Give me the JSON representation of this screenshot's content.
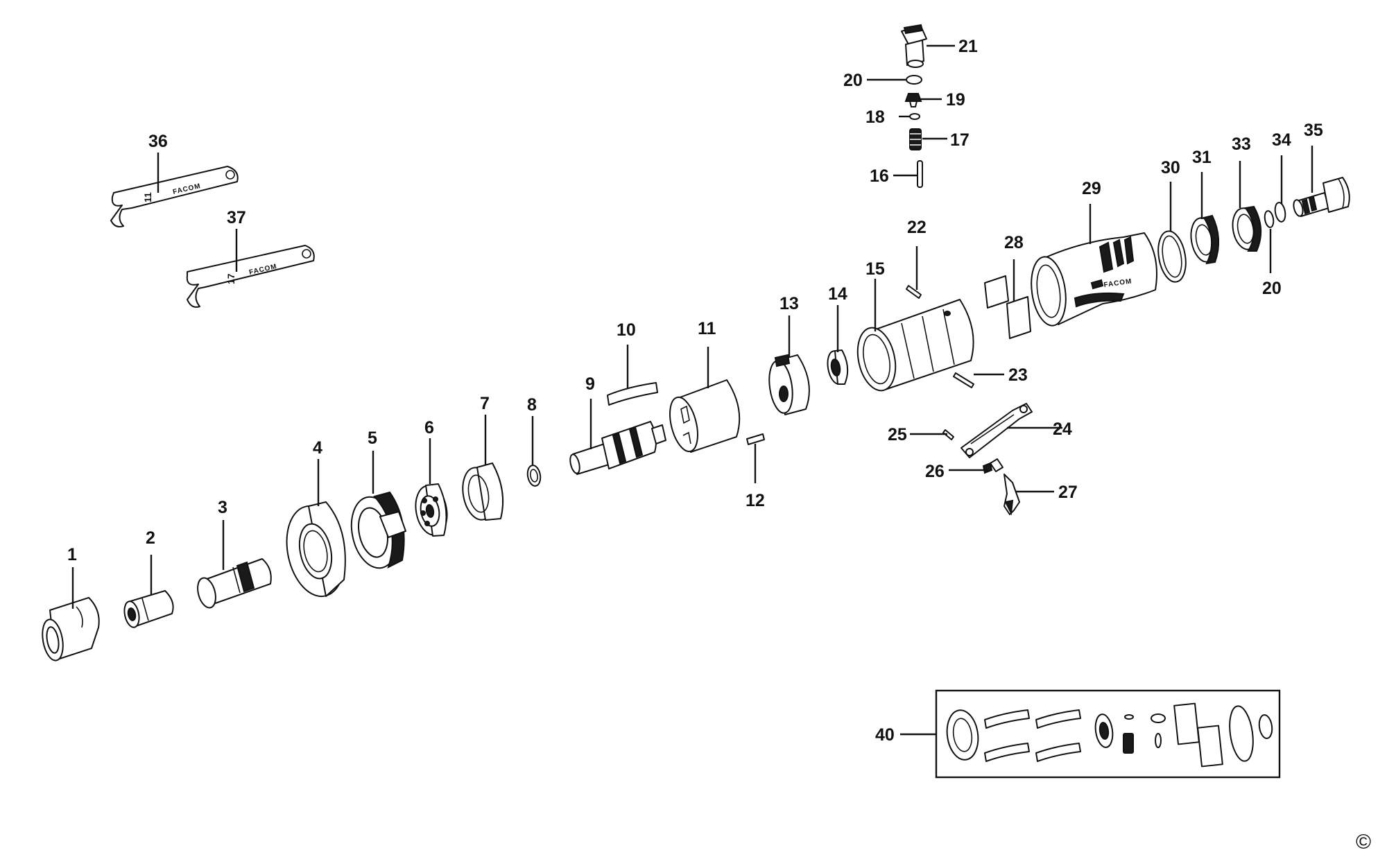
{
  "diagram": {
    "part_numbers": {
      "p1": "1",
      "p2": "2",
      "p3": "3",
      "p4": "4",
      "p5": "5",
      "p6": "6",
      "p7": "7",
      "p8": "8",
      "p9": "9",
      "p10": "10",
      "p11": "11",
      "p12": "12",
      "p13": "13",
      "p14": "14",
      "p15": "15",
      "p16": "16",
      "p17": "17",
      "p18": "18",
      "p19": "19",
      "p20a": "20",
      "p20b": "20",
      "p21": "21",
      "p22": "22",
      "p23": "23",
      "p24": "24",
      "p25": "25",
      "p26": "26",
      "p27": "27",
      "p28": "28",
      "p29": "29",
      "p30": "30",
      "p31": "31",
      "p33": "33",
      "p34": "34",
      "p35": "35",
      "p36": "36",
      "p37": "37",
      "p40": "40"
    },
    "brand_mark": "FACOM",
    "wrench_sizes": {
      "w36": "11",
      "w37": "17"
    },
    "copyright_symbol": "©"
  }
}
